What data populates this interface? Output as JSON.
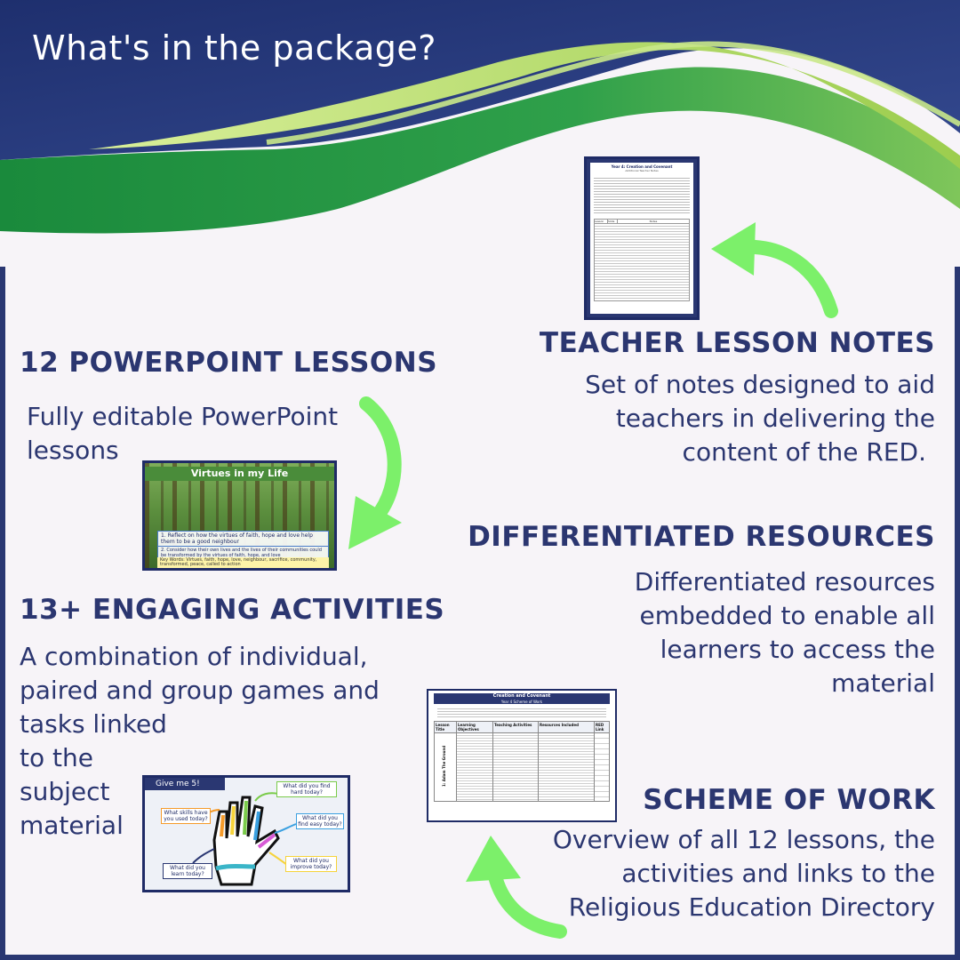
{
  "header": {
    "title": "What's in the package?"
  },
  "colors": {
    "navy": "#2a3772",
    "green": "#6bd35c",
    "bright_arrow": "#7cf06a",
    "lime": "#b8dc6a",
    "dark_green": "#1a8a3c"
  },
  "sections": {
    "powerpoint": {
      "heading": "12 POWERPOINT LESSONS",
      "lines": [
        "Fully editable PowerPoint",
        "lessons"
      ]
    },
    "activities": {
      "heading": "13+ ENGAGING ACTIVITIES",
      "lines": [
        "A combination of individual,",
        "paired and group games and",
        "tasks linked",
        "to the",
        "subject",
        "material"
      ]
    },
    "teacher_notes": {
      "heading": "TEACHER LESSON NOTES",
      "lines": [
        "Set of notes designed to aid",
        "teachers in delivering the",
        "content of the RED."
      ]
    },
    "differentiated": {
      "heading": "DIFFERENTIATED RESOURCES",
      "lines": [
        "Differentiated resources",
        "embedded to enable all",
        "learners to access the",
        "material"
      ]
    },
    "scheme": {
      "heading": "SCHEME OF WORK",
      "lines": [
        "Overview of all 12 lessons, the",
        "activities and links to the",
        "Religious Education Directory"
      ]
    }
  },
  "thumbnails": {
    "virtues": {
      "title": "Virtues in my Life",
      "items": [
        "1. Reflect on how the virtues of faith, hope and love help them to be a good neighbour",
        "2. Consider how their own lives and the lives of their communities could be transformed by the virtues of faith, hope, and love"
      ],
      "keywords": "Key Words: Virtues, faith, hope, love, neighbour, sacrifice, community, transformed, peace, called to action"
    },
    "hand": {
      "title": "Give me 5!",
      "prompts": [
        "What did you find hard today?",
        "What skills have you used today?",
        "What did you find easy today?",
        "What did you learn today?",
        "What did you improve today?"
      ]
    },
    "notes_doc": {
      "title": "Year 4: Creation and Covenant",
      "subtitle": "Additional Teacher Notes",
      "col1": "Lesson",
      "col2": "Slide",
      "col3": "Notes"
    },
    "scheme_doc": {
      "title": "Creation and Covenant",
      "subtitle": "Year 4 Scheme of Work",
      "headers": [
        "Lesson Title",
        "Learning Objectives",
        "Teaching Activities",
        "Resources Included",
        "RED Link"
      ],
      "row_title": "1: Adam The Ground"
    }
  }
}
